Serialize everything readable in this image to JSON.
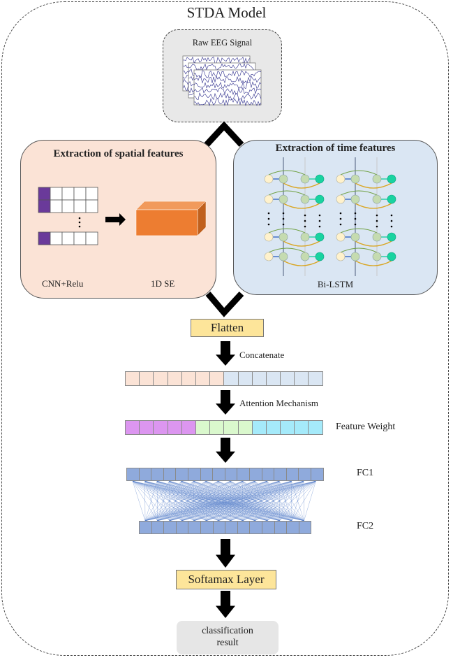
{
  "title": "STDA Model",
  "input": {
    "label": "Raw EEG Signal",
    "image": "eeg-signal-stack"
  },
  "spatial": {
    "title": "Extraction of spatial features",
    "left_label": "CNN+Relu",
    "right_label": "1D SE",
    "grid_rows": 3,
    "grid_cols": 5,
    "colors": {
      "accent": "#6a3a9a",
      "block": "#ed7d31",
      "background": "#fbe3d6"
    }
  },
  "temporal": {
    "title": "Extraction of time features",
    "label": "Bi-LSTM",
    "colors": {
      "input_node": "#fff2cc",
      "hidden_node": "#c5dbb0",
      "output_node": "#19d3a0",
      "background": "#dae6f3"
    }
  },
  "flatten": {
    "label": "Flatten"
  },
  "concatenate": {
    "label": "Concatenate",
    "segments": [
      {
        "count": 7,
        "color": "#fbe3d6"
      },
      {
        "count": 7,
        "color": "#dae6f3"
      }
    ]
  },
  "attention": {
    "label": "Attention Mechanism",
    "weight_label": "Feature Weight",
    "segments": [
      {
        "count": 5,
        "color": "#dc96f0"
      },
      {
        "count": 4,
        "color": "#daf8cd"
      },
      {
        "count": 5,
        "color": "#a5eafa"
      }
    ]
  },
  "fc1": {
    "label": "FC1",
    "count": 16,
    "color": "#8faadc"
  },
  "fc2": {
    "label": "FC2",
    "count": 14,
    "color": "#8faadc"
  },
  "softmax": {
    "label": "Softamax Layer"
  },
  "result": {
    "line1": "classification",
    "line2": "result"
  }
}
